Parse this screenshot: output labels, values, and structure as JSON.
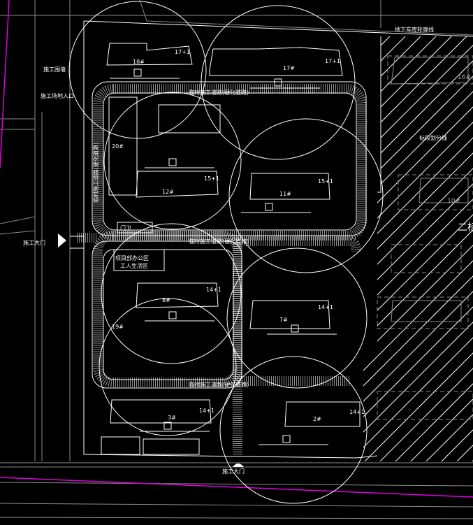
{
  "drawing": {
    "colors": {
      "background": "#000000",
      "lines": "#ffffff",
      "existing": "#8a8a8a",
      "boundary": "#e000e0"
    },
    "labels": {
      "garage_outline": "地下车库轮廓线",
      "section_divider": "标段划分线",
      "section_two": "二标",
      "construction_road_h": "临时施工道路(硬化道路)",
      "construction_road_v": "临时施工道路(硬化道路)",
      "gate_west": "施工大门",
      "gate_south": "施工大门",
      "office_area": "项目部办公区",
      "living_area": "工人生活区",
      "temp_building_20": "20#",
      "temp_building_19": "19#",
      "guard": "门卫",
      "site_entrance_note": "施工场地入口",
      "fence": "施工围墙"
    },
    "buildings": [
      {
        "id": "18#",
        "floors": "17+1"
      },
      {
        "id": "17#",
        "floors": "17+1"
      },
      {
        "id": "16#",
        "floors": ""
      },
      {
        "id": "12#",
        "floors": "15+1"
      },
      {
        "id": "11#",
        "floors": "15+1"
      },
      {
        "id": "10#",
        "floors": ""
      },
      {
        "id": "8#",
        "floors": "14+1"
      },
      {
        "id": "7#",
        "floors": "14+1"
      },
      {
        "id": "3#",
        "floors": "14+1"
      },
      {
        "id": "2#",
        "floors": "14+1"
      }
    ],
    "cranes": [
      "塔吊",
      "塔吊",
      "塔吊",
      "塔吊",
      "塔吊",
      "塔吊",
      "塔吊",
      "塔吊"
    ]
  }
}
